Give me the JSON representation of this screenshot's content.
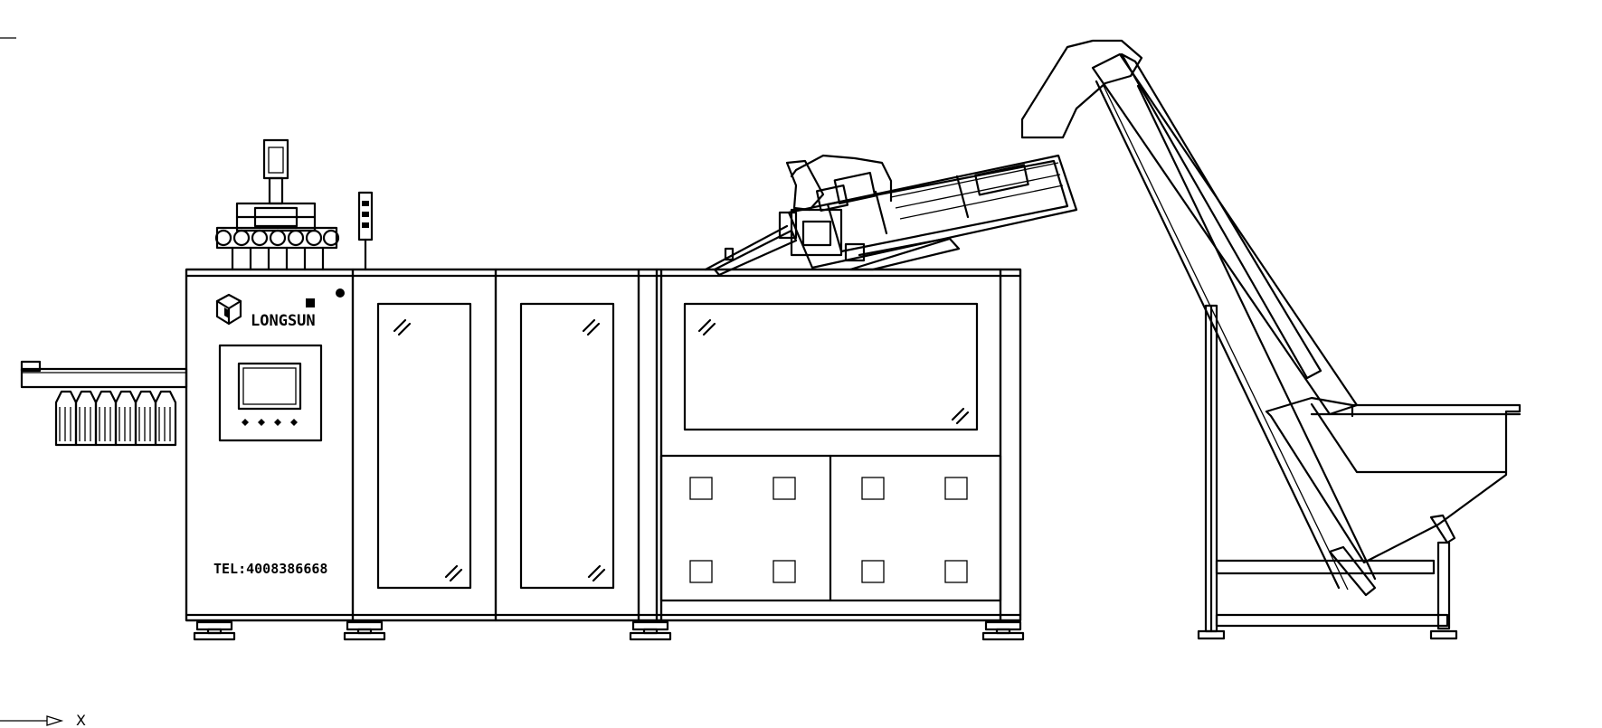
{
  "drawing": {
    "brand_name": "LONGSUN",
    "telephone": "TEL:4008386668",
    "axis_label": "X",
    "line_color": "#000000",
    "background_color": "#ffffff"
  },
  "icons": {
    "brand_logo": "cube-logo-icon",
    "axis_arrow": "arrow-right-icon"
  }
}
